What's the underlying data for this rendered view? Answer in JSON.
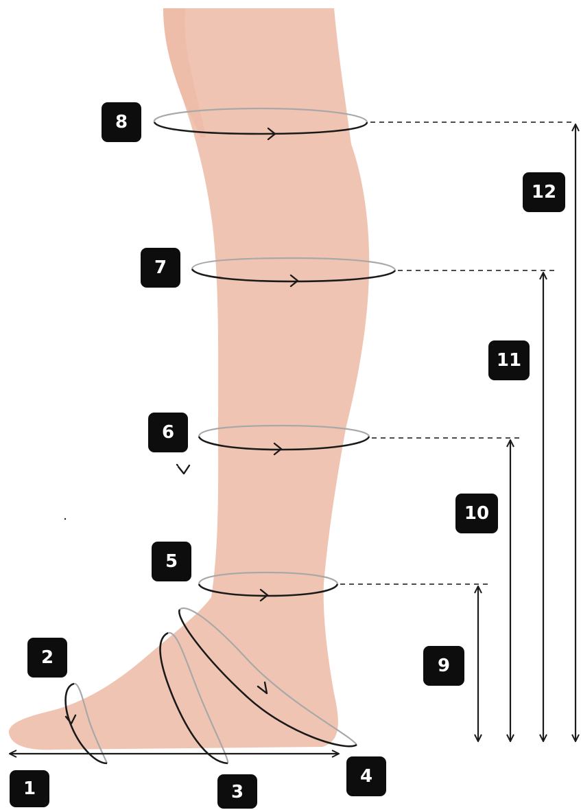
{
  "diagram": {
    "colors": {
      "skin": "#f0c4b2",
      "skin_shade": "#eab5a2",
      "badge_bg": "#0d0d0d",
      "badge_text": "#ffffff",
      "line": "#1a1a1a"
    },
    "badges": {
      "b1": "1",
      "b2": "2",
      "b3": "3",
      "b4": "4",
      "b5": "5",
      "b6": "6",
      "b7": "7",
      "b8": "8",
      "b9": "9",
      "b10": "10",
      "b11": "11",
      "b12": "12"
    }
  }
}
